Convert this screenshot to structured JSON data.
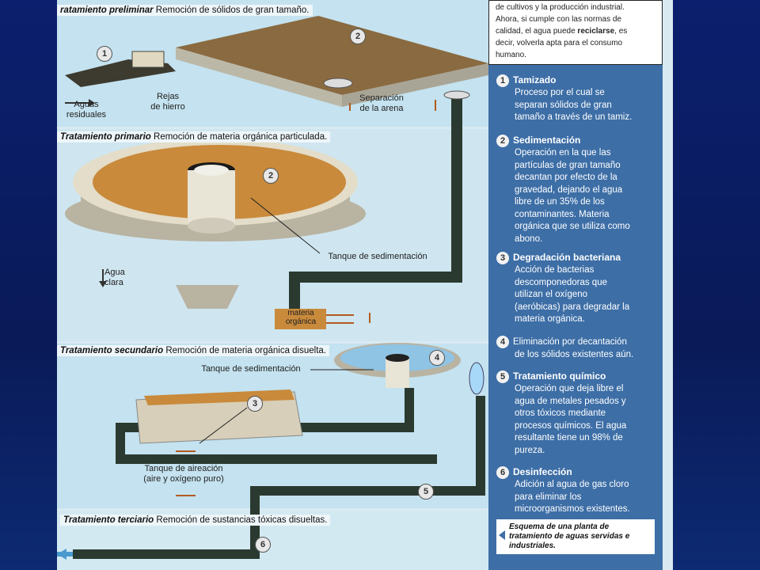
{
  "sections": {
    "preliminar": {
      "title": "ratamiento preliminar",
      "desc": "Remoción de sólidos de gran tamaño."
    },
    "primario": {
      "title": "Tratamiento primario",
      "desc": "Remoción de materia orgánica particulada."
    },
    "secundario": {
      "title": "Tratamiento secundario",
      "desc": "Remoción de materia orgánica disuelta."
    },
    "terciario": {
      "title": "Tratamiento terciario",
      "desc": "Remoción de sustancias tóxicas disueltas."
    }
  },
  "labels": {
    "aguas": "Aguas",
    "residuales": "residuales",
    "rejas": "Rejas",
    "de_hierro": "de hierro",
    "separacion": "Separación",
    "de_arena": "de la arena",
    "tanque_sed_1": "Tanque de sedimentación",
    "agua": "Agua",
    "clara": "clara",
    "materia": "materia",
    "organica": "orgánica",
    "tanque_sed_2": "Tanque de sedimentación",
    "tanque_aire_1": "Tanque de aireación",
    "tanque_aire_2": "(aire y oxígeno puro)"
  },
  "topbox": {
    "l1": "de cultivos y la producción industrial.",
    "l2a": "Ahora, si cumple con las normas de",
    "l3a": "calidad, el agua puede ",
    "l3b": "reciclarse",
    "l3c": ", es",
    "l4": "decir, volverla apta para el consumo",
    "l5": "humano."
  },
  "steps": [
    {
      "n": "1",
      "title": "Tamizado",
      "lines": [
        "Proceso por el cual se",
        "separan sólidos de gran",
        "tamaño a través de un tamiz."
      ]
    },
    {
      "n": "2",
      "title": "Sedimentación",
      "lines": [
        "Operación en la que las",
        "partículas de gran tamaño",
        "decantan por efecto de la",
        "gravedad, dejando el agua",
        "libre de un 35% de los",
        "contaminantes. Materia",
        "orgánica que se utiliza como",
        "abono."
      ]
    },
    {
      "n": "3",
      "title": "Degradación bacteriana",
      "lines": [
        "Acción de bacterias",
        "descomponedoras que",
        "utilizan el oxígeno",
        "(aeróbicas) para degradar la",
        "materia orgánica."
      ]
    },
    {
      "n": "4",
      "title": "",
      "lines": [
        "Eliminación por decantación",
        "de los sólidos existentes aún."
      ]
    },
    {
      "n": "5",
      "title": "Tratamiento químico",
      "lines": [
        "Operación que deja libre el",
        "agua de metales pesados y",
        "otros tóxicos mediante",
        "procesos químicos. El agua",
        "resultante tiene un 98% de",
        "pureza."
      ]
    },
    {
      "n": "6",
      "title": "Desinfección",
      "lines": [
        "Adición al agua de gas cloro",
        "para eliminar los",
        "microorganismos existentes."
      ]
    }
  ],
  "caption": {
    "l1": "Esquema de una planta de",
    "l2": "tratamiento de aguas servidas e",
    "l3": "industriales."
  },
  "markers": [
    "1",
    "2",
    "2",
    "3",
    "4",
    "5",
    "6"
  ],
  "colors": {
    "water": "#c4e2ef",
    "sidebar": "#3d6ea6",
    "pipe": "#2b3a30",
    "sludge": "#c98a3c",
    "slide": "#0a1a5a"
  }
}
